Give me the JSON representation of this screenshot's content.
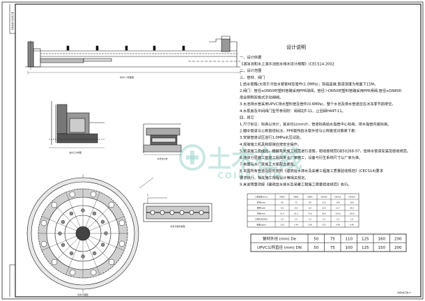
{
  "notes": {
    "title": "设计说明",
    "lines": [
      "一、设计依据",
      "《游泳池和水上游乐池给水排水设计规程》(CECS14:2002",
      "二、设计范围",
      "三、管材、阀门",
      "1.给水管路(大用于冷给水管管材及管件(1.0MPa)；热熔连接,管道深度为地面下15M。",
      "2.阀门：管径≤DN50时塑料管路采用PPR球阀，管径＞DN50时塑料管路采用PPR闸阀,管径≥DN800",
      "用全铜制双板式手动闸阀。",
      "3.水池排水管采用UPVC排水塑料管及管件(0.6MPa)，整个水池及排水管道应在冰冻季节前排空。",
      "4.水泵房及中间阀门型号参另附：阀阀ZJT-11，止回阀H44T-11。",
      "四、其它",
      "1.尺寸标注：标高以米计，其余均以mm计，管道标高给水指管中心标高，排水指管内底标高。",
      "2.图中管道与公称直径标注，PPR管所给水管外径与公称直径对照表下表：",
      "3.安装管道试压进行1.0MPa水压试验。",
      "4.焊接施工机具和焊接应按安全操作。",
      "5.管道施工完成后，根据有关施工规范进行清管。验收按规范GB50268-97，给排水管道安装及验收规范。",
      "6.池体分层施工管道工程由专业厂家施工，设备与衍生系统尺寸以厂家为准。",
      "7.本图与水厂家施工方案配合使用。",
      "8.本图所有管道及配件按照《建筑给水排水及采暖工程施工质量验收规范》(CECS14)要求",
      "要求执行，相关施工规程设计等相关规定。",
      "9.未说明事项按《建筑给水排水及采暖工程施工质量验收规范》执行。"
    ]
  },
  "pipe_table": {
    "rows": [
      {
        "label": "管材外径 (mm) De",
        "values": [
          "50",
          "75",
          "110",
          "125",
          "160",
          "200"
        ]
      },
      {
        "label": "UPVC公称直径 (mm) DN",
        "values": [
          "50",
          "75",
          "100",
          "125",
          "150",
          "200"
        ]
      }
    ]
  },
  "spec_table": {
    "rows": [
      [
        "公称直径(mm)",
        "DN50",
        "DN65",
        "DN80",
        "DN100",
        "DN125",
        "DN150"
      ],
      [
        "外径(mm)",
        "63",
        "75",
        "90",
        "110",
        "140",
        "160"
      ],
      [
        "壁厚(mm)",
        "5.8",
        "6.9",
        "8.2",
        "10.0",
        "12.7",
        "14.6"
      ],
      [
        "内径(mm)",
        "51.4",
        "61.2",
        "73.6",
        "90.0",
        "114.6",
        "130.8"
      ],
      [
        "工作压力(MPa)",
        "1.0",
        "1.0",
        "1.0",
        "1.0",
        "1.0",
        "1.0"
      ],
      [
        "重量(kg/m)",
        "1.02",
        "1.44",
        "2.06",
        "3.07",
        "4.98",
        "6.48"
      ]
    ]
  },
  "captions": {
    "section": "喷泉1-1剖面图",
    "detail_left": "溢水口大样图",
    "detail_right": "水景池大样",
    "plan_strip": "喷泉平面布置图",
    "plan": "喷泉平面图",
    "sheet_no": "给排水施工图-01",
    "sidebar": "喷泉给排水设计施工图"
  },
  "watermark": {
    "main": "土木在线",
    "sub": "COI88.COM"
  },
  "colors": {
    "line": "#1a1a1a",
    "watermark": "#9fd6cd"
  }
}
